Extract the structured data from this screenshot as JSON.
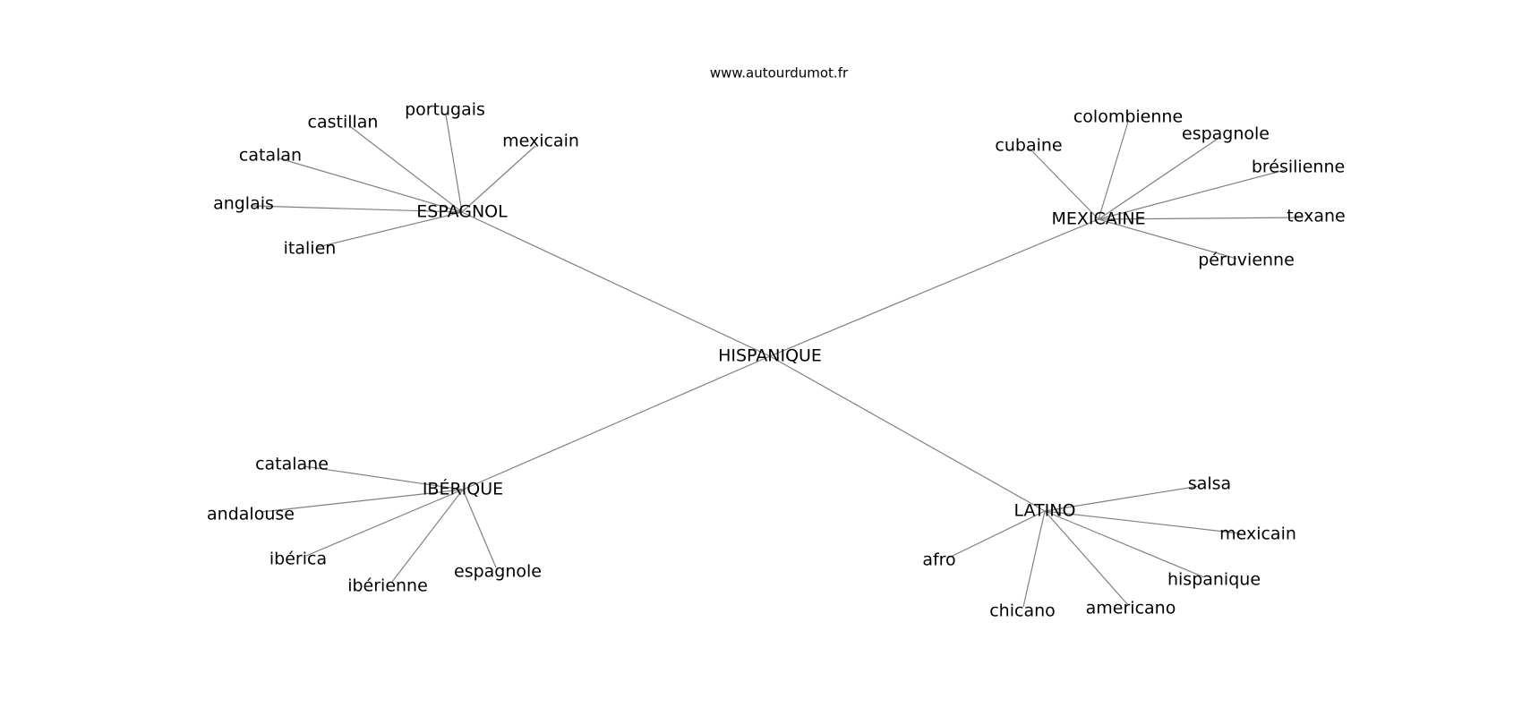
{
  "source": "www.autourdumot.fr",
  "center": {
    "id": "center",
    "label": "HISPANIQUE"
  },
  "clusters": [
    {
      "id": "espagnol",
      "label": "ESPAGNOL",
      "leaves": [
        {
          "id": "castillan",
          "label": "castillan"
        },
        {
          "id": "portugais",
          "label": "portugais"
        },
        {
          "id": "mexicain-1",
          "label": "mexicain"
        },
        {
          "id": "catalan",
          "label": "catalan"
        },
        {
          "id": "anglais",
          "label": "anglais"
        },
        {
          "id": "italien",
          "label": "italien"
        }
      ]
    },
    {
      "id": "mexicaine",
      "label": "MEXICAINE",
      "leaves": [
        {
          "id": "cubaine",
          "label": "cubaine"
        },
        {
          "id": "colombienne",
          "label": "colombienne"
        },
        {
          "id": "espagnole-1",
          "label": "espagnole"
        },
        {
          "id": "bresilienne",
          "label": "brésilienne"
        },
        {
          "id": "texane",
          "label": "texane"
        },
        {
          "id": "peruvienne",
          "label": "péruvienne"
        }
      ]
    },
    {
      "id": "iberique",
      "label": "IBÉRIQUE",
      "leaves": [
        {
          "id": "catalane",
          "label": "catalane"
        },
        {
          "id": "andalouse",
          "label": "andalouse"
        },
        {
          "id": "iberica",
          "label": "ibérica"
        },
        {
          "id": "iberienne",
          "label": "ibérienne"
        },
        {
          "id": "espagnole-2",
          "label": "espagnole"
        }
      ]
    },
    {
      "id": "latino",
      "label": "LATINO",
      "leaves": [
        {
          "id": "salsa",
          "label": "salsa"
        },
        {
          "id": "mexicain-2",
          "label": "mexicain"
        },
        {
          "id": "hispanique",
          "label": "hispanique"
        },
        {
          "id": "americano",
          "label": "americano"
        },
        {
          "id": "chicano",
          "label": "chicano"
        },
        {
          "id": "afro",
          "label": "afro"
        }
      ]
    }
  ]
}
